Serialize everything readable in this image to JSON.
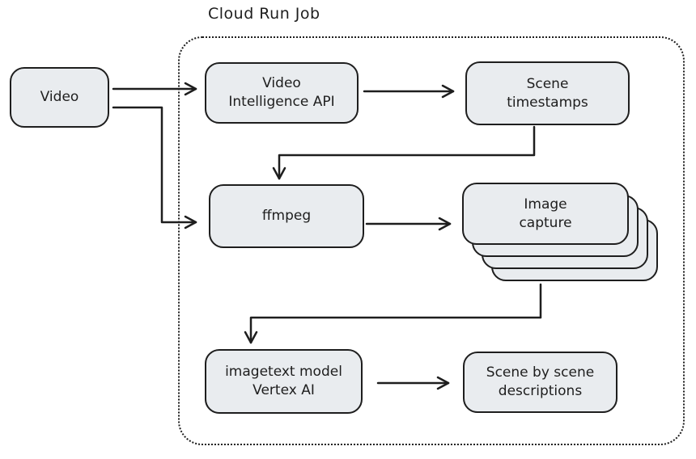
{
  "title": "Cloud Run Job",
  "colors": {
    "background": "#ffffff",
    "box_fill": "#e9ecef",
    "stroke": "#1e1e1e"
  },
  "nodes": {
    "video": {
      "label": "Video"
    },
    "video_intelligence_api": {
      "line1": "Video",
      "line2": "Intelligence API"
    },
    "scene_timestamps": {
      "line1": "Scene",
      "line2": "timestamps"
    },
    "ffmpeg": {
      "label": "ffmpeg"
    },
    "image_capture": {
      "line1": "Image",
      "line2": "capture",
      "stack_count": 4
    },
    "imagetext_model": {
      "line1": "imagetext model",
      "line2": "Vertex AI"
    },
    "scene_descriptions": {
      "line1": "Scene by scene",
      "line2": "descriptions"
    }
  },
  "edges": [
    {
      "from": "video",
      "to": "video_intelligence_api"
    },
    {
      "from": "video",
      "to": "ffmpeg"
    },
    {
      "from": "video_intelligence_api",
      "to": "scene_timestamps"
    },
    {
      "from": "scene_timestamps",
      "to": "ffmpeg"
    },
    {
      "from": "ffmpeg",
      "to": "image_capture"
    },
    {
      "from": "image_capture",
      "to": "imagetext_model"
    },
    {
      "from": "imagetext_model",
      "to": "scene_descriptions"
    }
  ]
}
